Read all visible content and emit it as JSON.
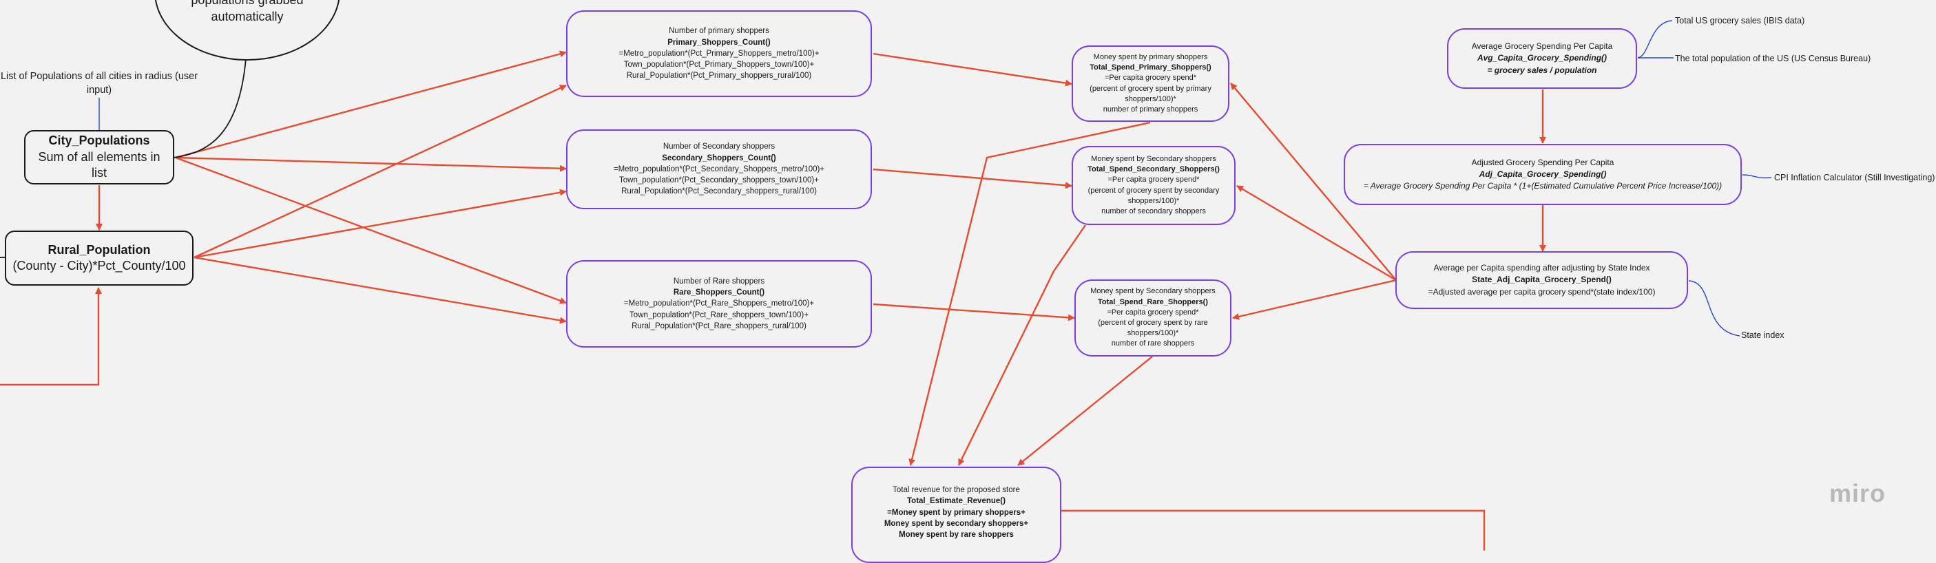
{
  "colors": {
    "accent": "#7b3fe4",
    "arrow": "#e84c30",
    "connector": "#2848c8",
    "line": "#1a1a1a"
  },
  "city_populations": {
    "title": "City_Populations",
    "desc": "Sum of all elements in list"
  },
  "rural_population": {
    "title": "Rural_Population",
    "desc": "(County - City)*Pct_County/100"
  },
  "list_note": "List of Populations of all cities in radius (user input)",
  "ellipse_text": "automatically parsed, populations grabbed automatically",
  "primary_count": {
    "heading": "Number of primary shoppers",
    "func": "Primary_Shoppers_Count()",
    "l1": "=Metro_population*(Pct_Primary_Shoppers_metro/100)+",
    "l2": "Town_population*(Pct_Primary_Shoppers_town/100)+",
    "l3": "Rural_Population*(Pct_Primary_shoppers_rural/100)"
  },
  "secondary_count": {
    "heading": "Number of Secondary shoppers",
    "func": "Secondary_Shoppers_Count()",
    "l1": "=Metro_population*(Pct_Secondary_Shoppers_metro/100)+",
    "l2": "Town_population*(Pct_Secondary_shoppers_town/100)+",
    "l3": "Rural_Population*(Pct_Secondary_shoppers_rural/100)"
  },
  "rare_count": {
    "heading": "Number of Rare shoppers",
    "func": "Rare_Shoppers_Count()",
    "l1": "=Metro_population*(Pct_Rare_Shoppers_metro/100)+",
    "l2": "Town_population*(Pct_Rare_shoppers_town/100)+",
    "l3": "Rural_Population*(Pct_Rare_shoppers_rural/100)"
  },
  "primary_spend": {
    "heading": "Money spent by primary shoppers",
    "func": "Total_Spend_Primary_Shoppers()",
    "l1": "=Per capita grocery spend*",
    "l2": "(percent of grocery spent by primary shoppers/100)*",
    "l3": "number of primary shoppers"
  },
  "secondary_spend": {
    "heading": "Money spent by Secondary shoppers",
    "func": "Total_Spend_Secondary_Shoppers()",
    "l1": "=Per capita grocery spend*",
    "l2": "(percent of grocery spent by secondary shoppers/100)*",
    "l3": "number of secondary shoppers"
  },
  "rare_spend": {
    "heading": "Money spent by Secondary shoppers",
    "func": "Total_Spend_Rare_Shoppers()",
    "l1": "=Per capita grocery spend*",
    "l2": "(percent of grocery spent by rare shoppers/100)*",
    "l3": "number of rare shoppers"
  },
  "revenue": {
    "heading": "Total revenue for the proposed store",
    "func": "Total_Estimate_Revenue()",
    "l1": "=Money spent by primary shoppers+",
    "l2": "Money spent by secondary shoppers+",
    "l3": "Money spent by rare shoppers"
  },
  "avg_spend": {
    "heading": "Average Grocery Spending Per Capita",
    "func": "Avg_Capita_Grocery_Spending()",
    "formula": "= grocery sales / population"
  },
  "adj_spend": {
    "heading": "Adjusted Grocery Spending Per Capita",
    "func": "Adj_Capita_Grocery_Spending()",
    "formula": "= Average Grocery Spending Per Capita * (1+(Estimated Cumulative Percent Price Increase/100))"
  },
  "state_adj": {
    "heading": "Average per Capita spending after adjusting by State Index",
    "func": "State_Adj_Capita_Grocery_Spend()",
    "formula": "=Adjusted average per capita grocery spend*(state index/100)"
  },
  "notes": {
    "us_sales": "Total US grocery sales (IBIS data)",
    "us_population": "The total population of the US (US Census Bureau)",
    "cpi": "CPI Inflation Calculator (Still Investigating)",
    "state_index": "State index"
  },
  "watermark": "miro"
}
